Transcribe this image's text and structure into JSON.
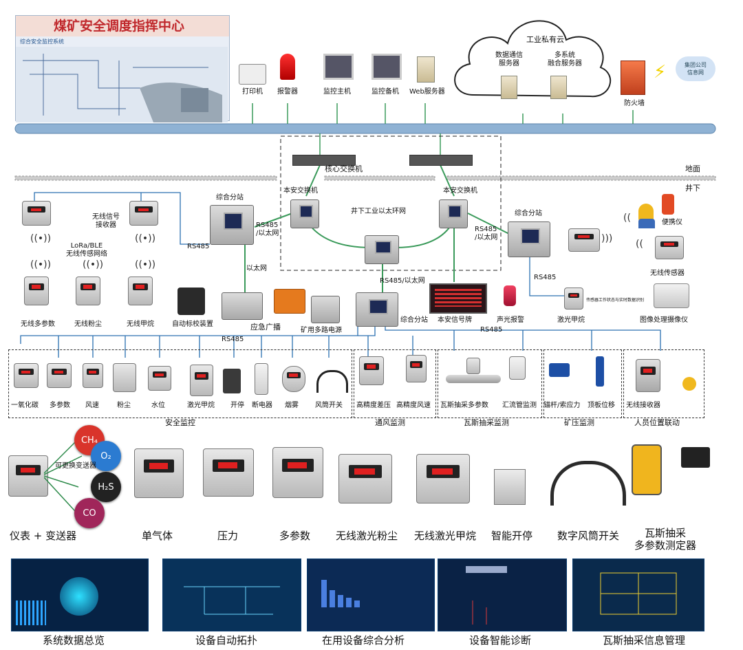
{
  "top": {
    "monitor_title": "煤矿安全调度指挥中心",
    "monitor_subtitle": "综合安全监控系统",
    "devices": [
      "打印机",
      "报警器",
      "监控主机",
      "监控备机",
      "Web服务器"
    ],
    "cloud_title": "工业私有云",
    "cloud_server1": "数据通信\n服务器",
    "cloud_server2": "多系统\n融合服务器",
    "firewall": "防火墙",
    "group_net": "集团公司\n信息网",
    "core_switch": "核心交换机",
    "ground": "地面",
    "underground": "井下"
  },
  "ring": {
    "left_switch": "本安交换机",
    "right_switch": "本安交换机",
    "ring_label": "井下工业以太环网",
    "station_left": "综合分站",
    "station_right": "综合分站",
    "station_center": "综合分站",
    "rs485_eth_left": "RS485\n/以太网",
    "rs485_eth_right": "RS485\n/以太网",
    "rs485_eth_bottom": "RS485/以太网",
    "ethernet": "以太网",
    "rs485_a": "RS485",
    "rs485_b": "RS485",
    "rs485_c": "RS485",
    "rs485_d": "RS485"
  },
  "wireless": {
    "receiver": "无线信号\n接收器",
    "lora": "LoRa/BLE\n无线传感网络",
    "multi": "无线多参数",
    "dust": "无线粉尘",
    "methane": "无线甲烷",
    "calib": "自动标校装置",
    "broadcast": "应急广播",
    "power": "矿用多路电源",
    "signboard": "本安信号牌",
    "alarm": "声光报警",
    "portable": "便携仪",
    "wireless_sensor": "无线传感器",
    "laser_methane": "激光甲烷",
    "camera": "图像处理摄像仪",
    "camera_note": "传感器工作状态与实时数据识别"
  },
  "groups": {
    "safety": {
      "title": "安全监控",
      "items": [
        "一氧化碳",
        "多参数",
        "风速",
        "粉尘",
        "水位",
        "激光甲烷",
        "开停",
        "断电器",
        "烟雾",
        "风筒开关"
      ]
    },
    "ventilation": {
      "title": "通风监测",
      "items": [
        "高精度差压",
        "高精度风速"
      ]
    },
    "gas": {
      "title": "瓦斯抽采监测",
      "items": [
        "瓦斯抽采多参数",
        "汇流管监测"
      ]
    },
    "pressure": {
      "title": "矿压监测",
      "items": [
        "锚杆/索应力",
        "顶板位移"
      ]
    },
    "personnel": {
      "title": "人员位置联动",
      "items": [
        "无线接收器"
      ]
    }
  },
  "products": {
    "badges": [
      "CH₄",
      "O₂",
      "H₂S",
      "CO"
    ],
    "replaceable": "可更换变送器",
    "items": [
      "仪表 + 变送器",
      "单气体",
      "压力",
      "多参数",
      "无线激光粉尘",
      "无线激光甲烷",
      "智能开停",
      "数字风筒开关",
      "瓦斯抽采\n多参数测定器"
    ]
  },
  "screens": [
    "系统数据总览",
    "设备自动拓扑",
    "在用设备综合分析",
    "设备智能诊断",
    "瓦斯抽采信息管理"
  ],
  "colors": {
    "bus": "#7fa6cc",
    "link_green": "#3a9a5a",
    "link_blue": "#2a6fb0",
    "ch4": "#d9342b",
    "o2": "#2b7bd1",
    "h2s": "#222",
    "co": "#a0265a"
  }
}
